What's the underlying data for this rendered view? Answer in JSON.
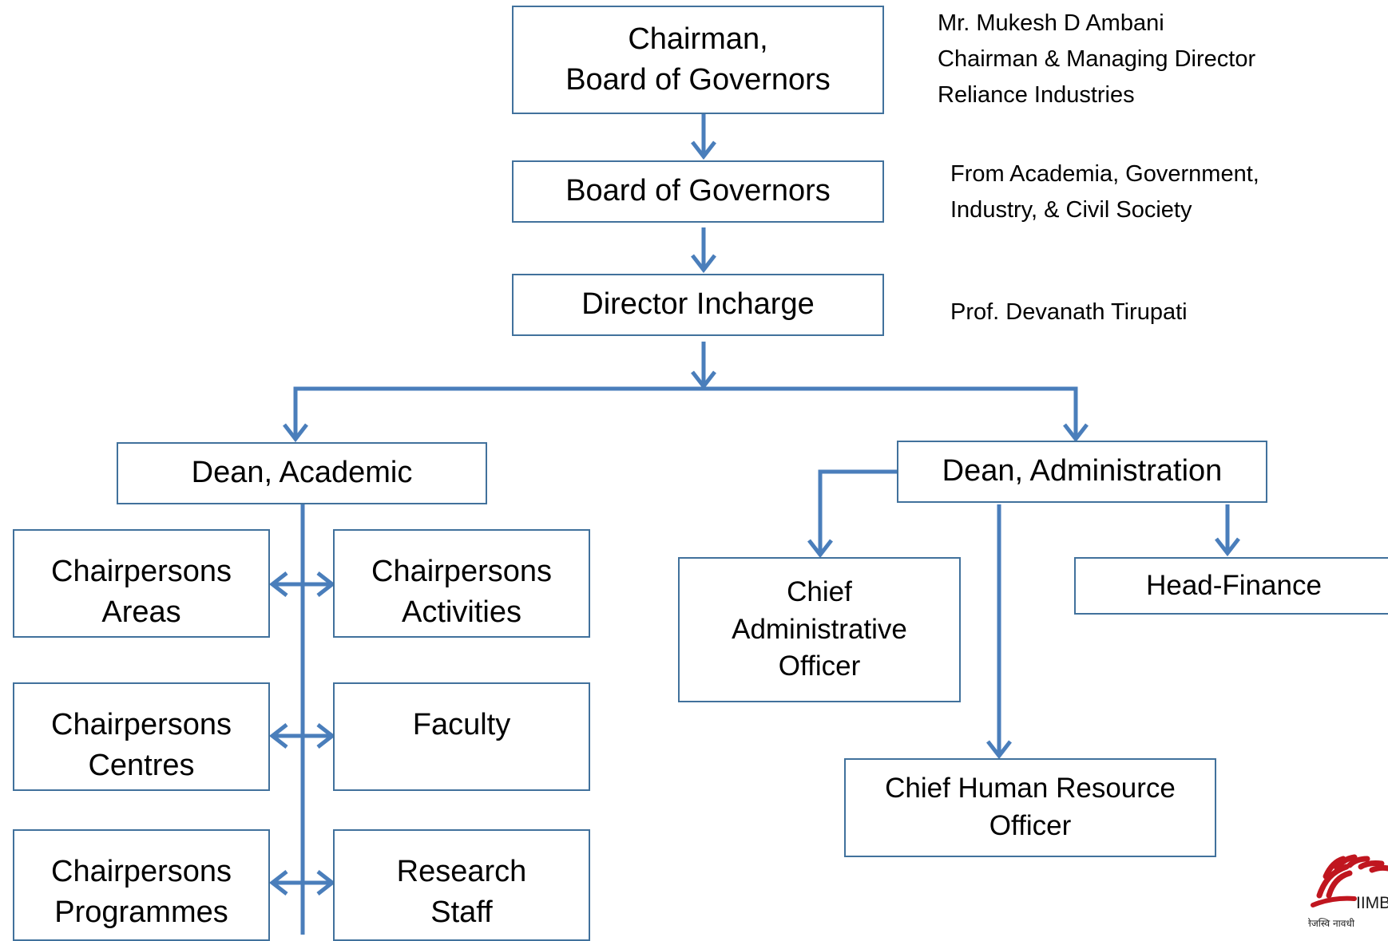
{
  "boxes": {
    "chairman": {
      "line1": "Chairman,",
      "line2": "Board of Governors"
    },
    "board": {
      "line1": "Board of Governors"
    },
    "director": {
      "line1": "Director Incharge"
    },
    "dean_academic": {
      "line1": "Dean, Academic"
    },
    "dean_admin": {
      "line1": "Dean, Administration"
    },
    "chair_areas": {
      "line1": "Chairpersons",
      "line2": "Areas"
    },
    "chair_activities": {
      "line1": "Chairpersons",
      "line2": "Activities"
    },
    "chair_centres": {
      "line1": "Chairpersons",
      "line2": "Centres"
    },
    "faculty": {
      "line1": "Faculty"
    },
    "chair_programmes": {
      "line1": "Chairpersons",
      "line2": "Programmes"
    },
    "research_staff": {
      "line1": "Research",
      "line2": "Staff"
    },
    "cao": {
      "line1": "Chief",
      "line2": "Administrative",
      "line3": "Officer"
    },
    "head_finance": {
      "line1": "Head-Finance"
    },
    "chro": {
      "line1": "Chief  Human Resource",
      "line2": "Officer"
    }
  },
  "notes": {
    "chairman_note": {
      "line1": "Mr. Mukesh D Ambani",
      "line2": "Chairman & Managing Director",
      "line3": "Reliance Industries"
    },
    "board_note": {
      "line1": "From Academia, Government,",
      "line2": "Industry, & Civil Society"
    },
    "director_note": {
      "line1": "Prof. Devanath Tirupati"
    }
  },
  "logo": {
    "text": "IIMB",
    "tagline": "तेजस्वि नावधी"
  },
  "colors": {
    "connector": "#4a7ebb",
    "box_border": "#41719c",
    "logo_red": "#c0161f"
  }
}
